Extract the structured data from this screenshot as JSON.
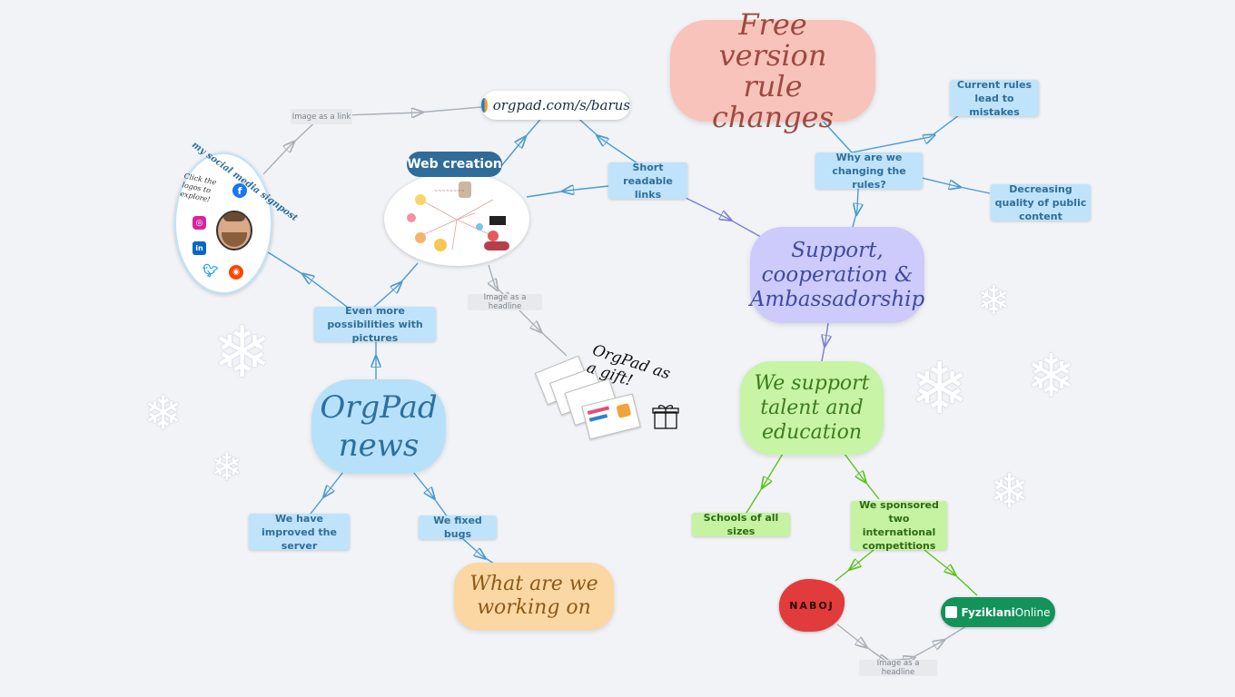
{
  "nodes": {
    "free_version": "Free version rule changes",
    "support": "Support, cooperation & Ambassadorship",
    "orgpad_news": "OrgPad news",
    "we_support": "We support talent and education",
    "what_working": "What are we working on",
    "current_rules": "Current rules lead to mistakes",
    "why_changing": "Why are we changing the rules?",
    "decreasing": "Decreasing quality of public content",
    "short_links": "Short readable links",
    "url_pill": "orgpad.com/s/barus",
    "web_creation": "Web creation",
    "even_more": "Even more possibilities with pictures",
    "improved_server": "We have improved the server",
    "fixed_bugs": "We fixed bugs",
    "schools": "Schools of all sizes",
    "sponsored": "We sponsored two international competitions",
    "naboj": "NABOJ",
    "fyziklani_bold": "Fyziklani",
    "fyziklani_rest": "Online",
    "social_signpost": "my social media signpost",
    "click_logos": "Click the logos to explore!",
    "gift": "OrgPad as a gift!"
  },
  "labels": {
    "image_link": "Image as a link",
    "image_headline_1": "Image as a headline",
    "image_headline_2": "Image as a headline"
  },
  "icons": [
    "facebook-icon",
    "instagram-icon",
    "linkedin-icon",
    "twitter-icon",
    "reddit-icon",
    "orgpad-logo-icon",
    "gift-box-icon",
    "snowflake-icon"
  ],
  "colors": {
    "background": "#f1f3f6",
    "blue_link": "#4a9bd1",
    "green_link": "#5cc41f",
    "gray_link": "#a9afb8",
    "purple_link": "#7a7fd6"
  }
}
